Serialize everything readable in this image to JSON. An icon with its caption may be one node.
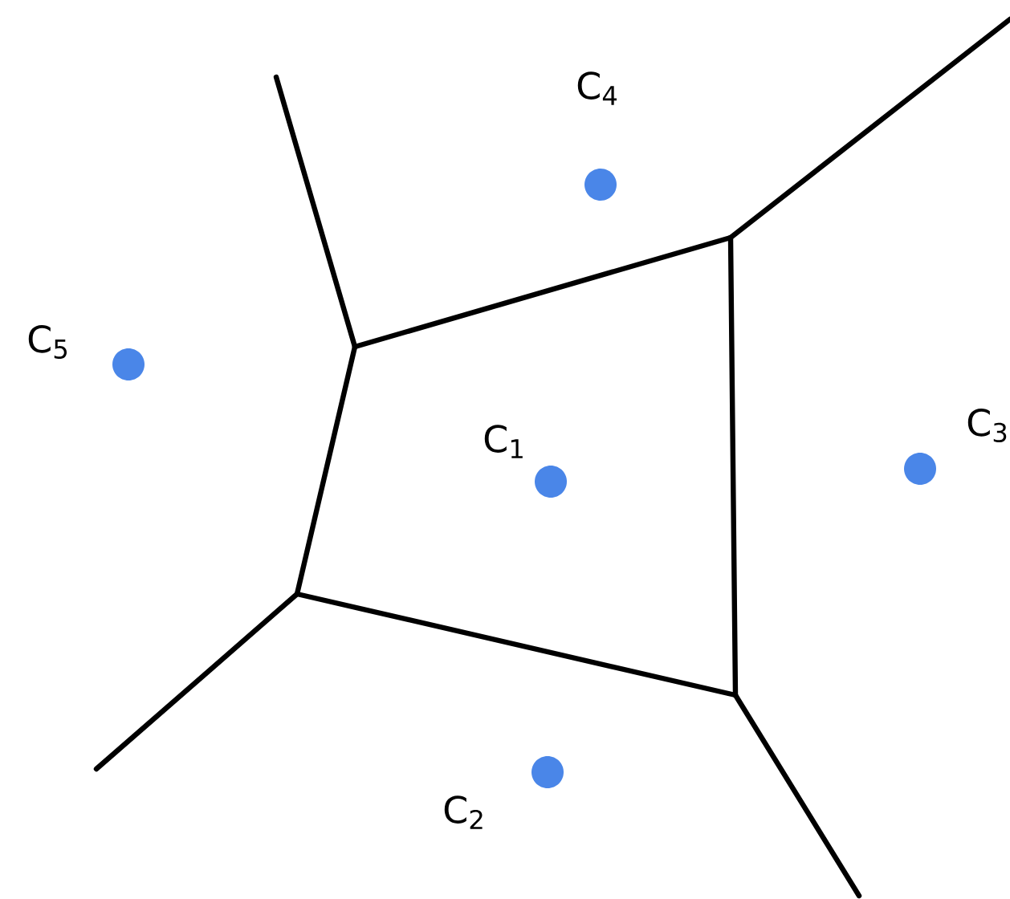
{
  "diagram": {
    "labels": [
      "C$_{4}$",
      "C$_{5}$",
      "C$_{3}$",
      "C$_{1}$",
      "C$_{2}$"
    ]
  }
}
